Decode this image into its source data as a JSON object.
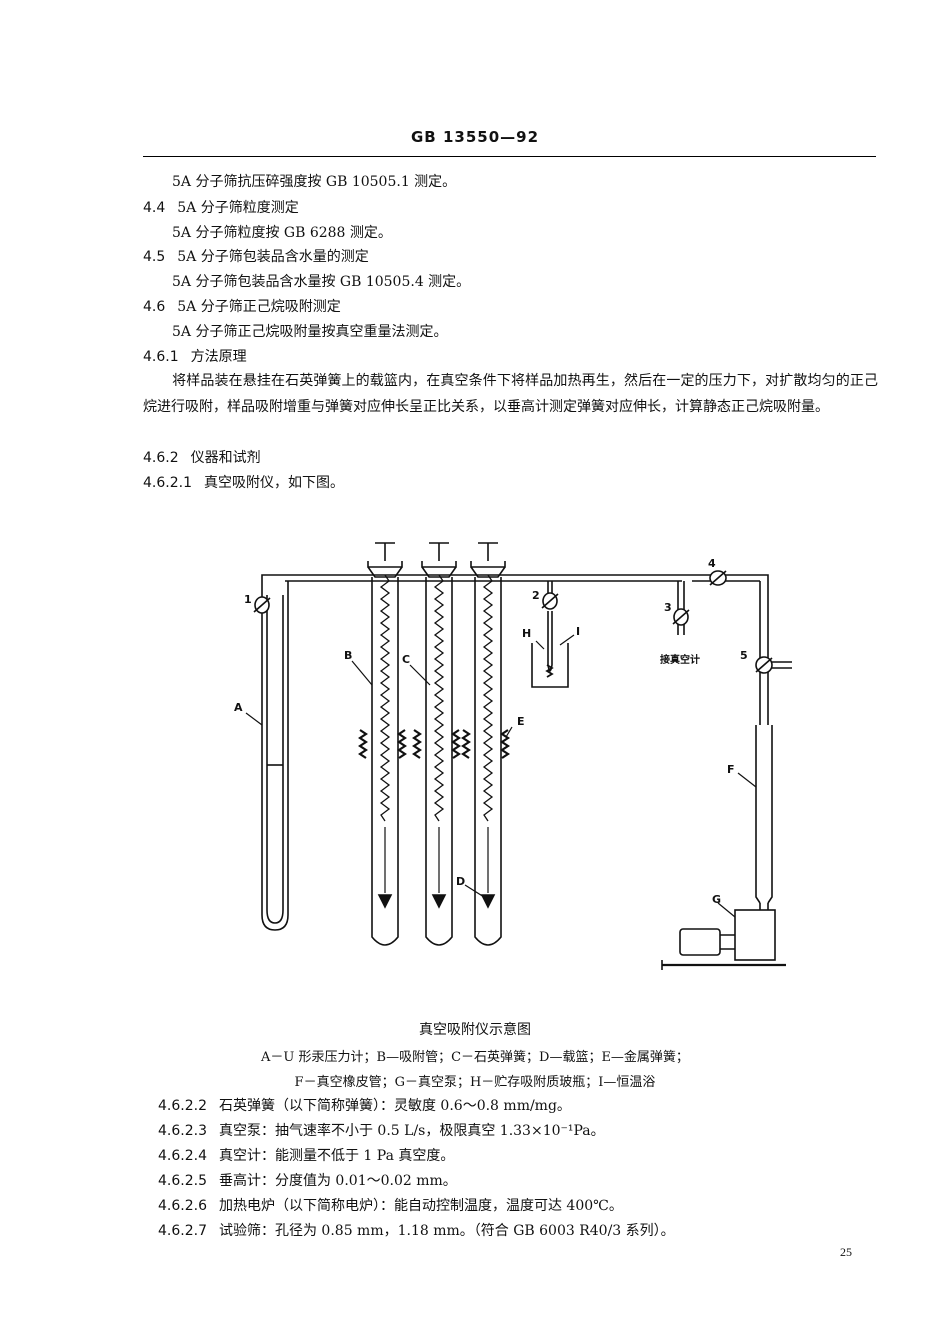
{
  "header": {
    "title": "GB 13550—92"
  },
  "lines": {
    "l1": "5A 分子筛抗压碎强度按 GB 10505.1 测定。",
    "l2_num": "4.4",
    "l2": "5A 分子筛粒度测定",
    "l3": "5A 分子筛粒度按 GB 6288 测定。",
    "l4_num": "4.5",
    "l4": "5A 分子筛包装品含水量的测定",
    "l5": "5A 分子筛包装品含水量按 GB 10505.4 测定。",
    "l6_num": "4.6",
    "l6": "5A 分子筛正己烷吸附测定",
    "l7": "5A 分子筛正己烷吸附量按真空重量法测定。",
    "l8_num": "4.6.1",
    "l8": "方法原理",
    "p1": "将样品装在悬挂在石英弹簧上的载篮内，在真空条件下将样品加热再生，然后在一定的压力下，对扩散均匀的正己烷进行吸附，样品吸附增重与弹簧对应伸长呈正比关系，以垂高计测定弹簧对应伸长，计算静态正己烷吸附量。",
    "l9_num": "4.6.2",
    "l9": "仪器和试剂",
    "l10_num": "4.6.2.1",
    "l10": "真空吸附仪，如下图。"
  },
  "figure": {
    "labels": {
      "A": "A",
      "B": "B",
      "C": "C",
      "D": "D",
      "E": "E",
      "F": "F",
      "G": "G",
      "H": "H",
      "I": "I",
      "n1": "1",
      "n2": "2",
      "n3": "3",
      "n4": "4",
      "n5": "5",
      "vacuum_gauge": "接真空计"
    },
    "caption_title": "真空吸附仪示意图",
    "caption_line1": "A－U 形汞压力计；B—吸附管；C－石英弹簧；D—载篮；E—金属弹簧；",
    "caption_line2": "F－真空橡皮管；G－真空泵；H－贮存吸附质玻瓶；I—恒温浴"
  },
  "items": [
    {
      "num": "4.6.2.2",
      "text": "石英弹簧（以下简称弹簧）：灵敏度 0.6～0.8 mm/mg。"
    },
    {
      "num": "4.6.2.3",
      "text": "真空泵：抽气速率不小于 0.5 L/s，极限真空 1.33×10⁻¹Pa。"
    },
    {
      "num": "4.6.2.4",
      "text": "真空计：能测量不低于 1 Pa 真空度。"
    },
    {
      "num": "4.6.2.5",
      "text": "垂高计：分度值为 0.01～0.02 mm。"
    },
    {
      "num": "4.6.2.6",
      "text": "加热电炉（以下简称电炉）：能自动控制温度，温度可达 400℃。"
    },
    {
      "num": "4.6.2.7",
      "text": "试验筛：孔径为 0.85 mm，1.18 mm。（符合 GB 6003 R40/3 系列）。"
    }
  ],
  "page_number": "25"
}
